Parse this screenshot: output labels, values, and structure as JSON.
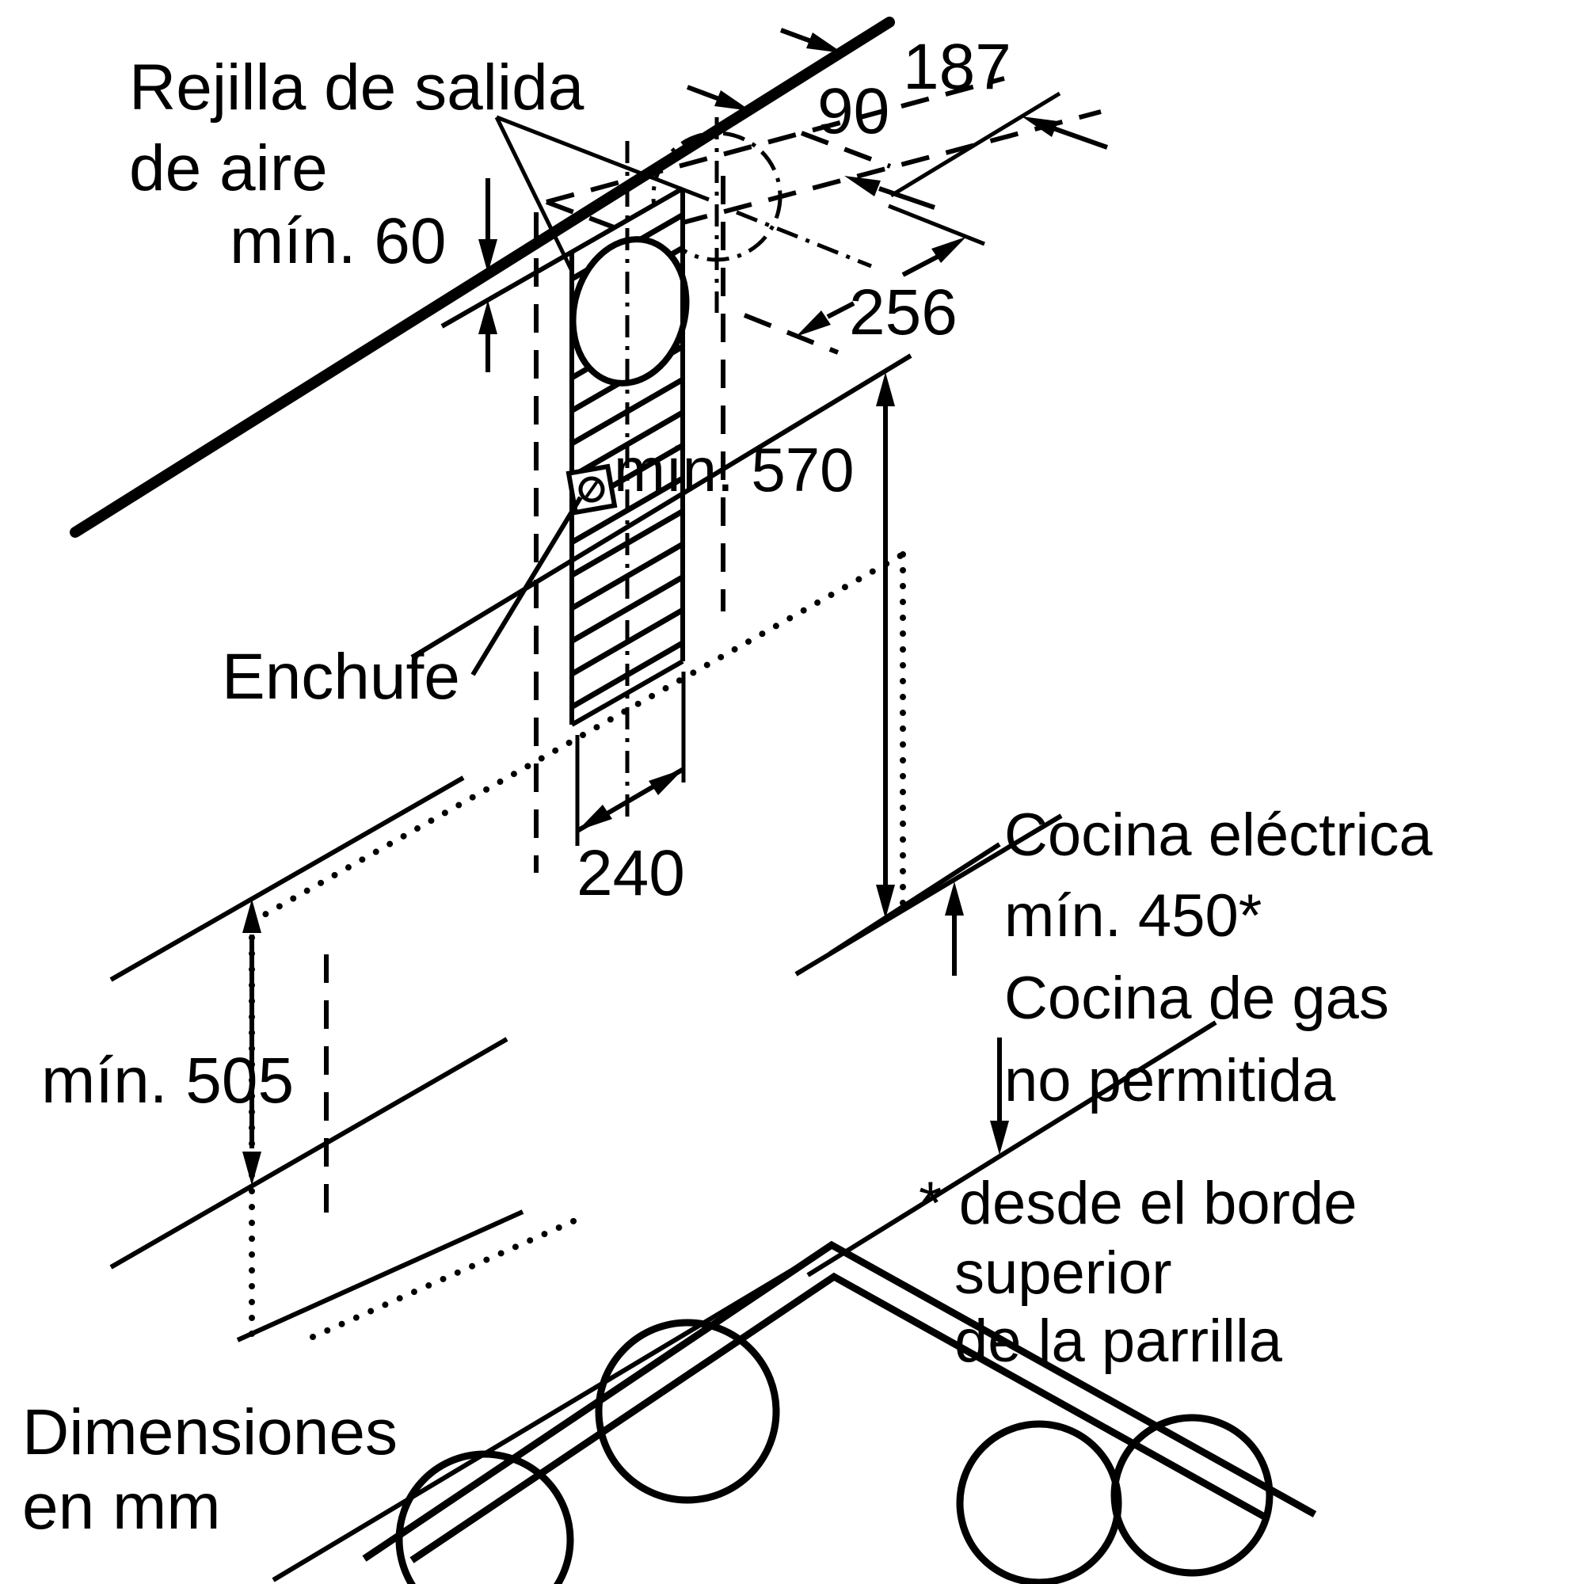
{
  "diagram": {
    "colors": {
      "line": "#000000",
      "background": "#ffffff"
    },
    "grille_label": {
      "line1": "Rejilla de salida",
      "line2": "de aire"
    },
    "dims": {
      "ceiling_gap": "mín. 60",
      "outlet_near": "90",
      "outlet_far": "187",
      "outlet_width": "256",
      "hood_min_height": "mín. 570",
      "chimney_width": "240",
      "worktop_min": "mín. 505"
    },
    "socket_label": "Enchufe",
    "cooker_note": {
      "line1": "Cocina eléctrica",
      "line2": "mín. 450*",
      "line3": "Cocina de gas",
      "line4": "no permitida"
    },
    "footnote": {
      "line1": "* desde el borde",
      "line2": "superior",
      "line3": "de la parrilla"
    },
    "unit_note": {
      "line1": "Dimensiones",
      "line2": "en mm"
    }
  }
}
